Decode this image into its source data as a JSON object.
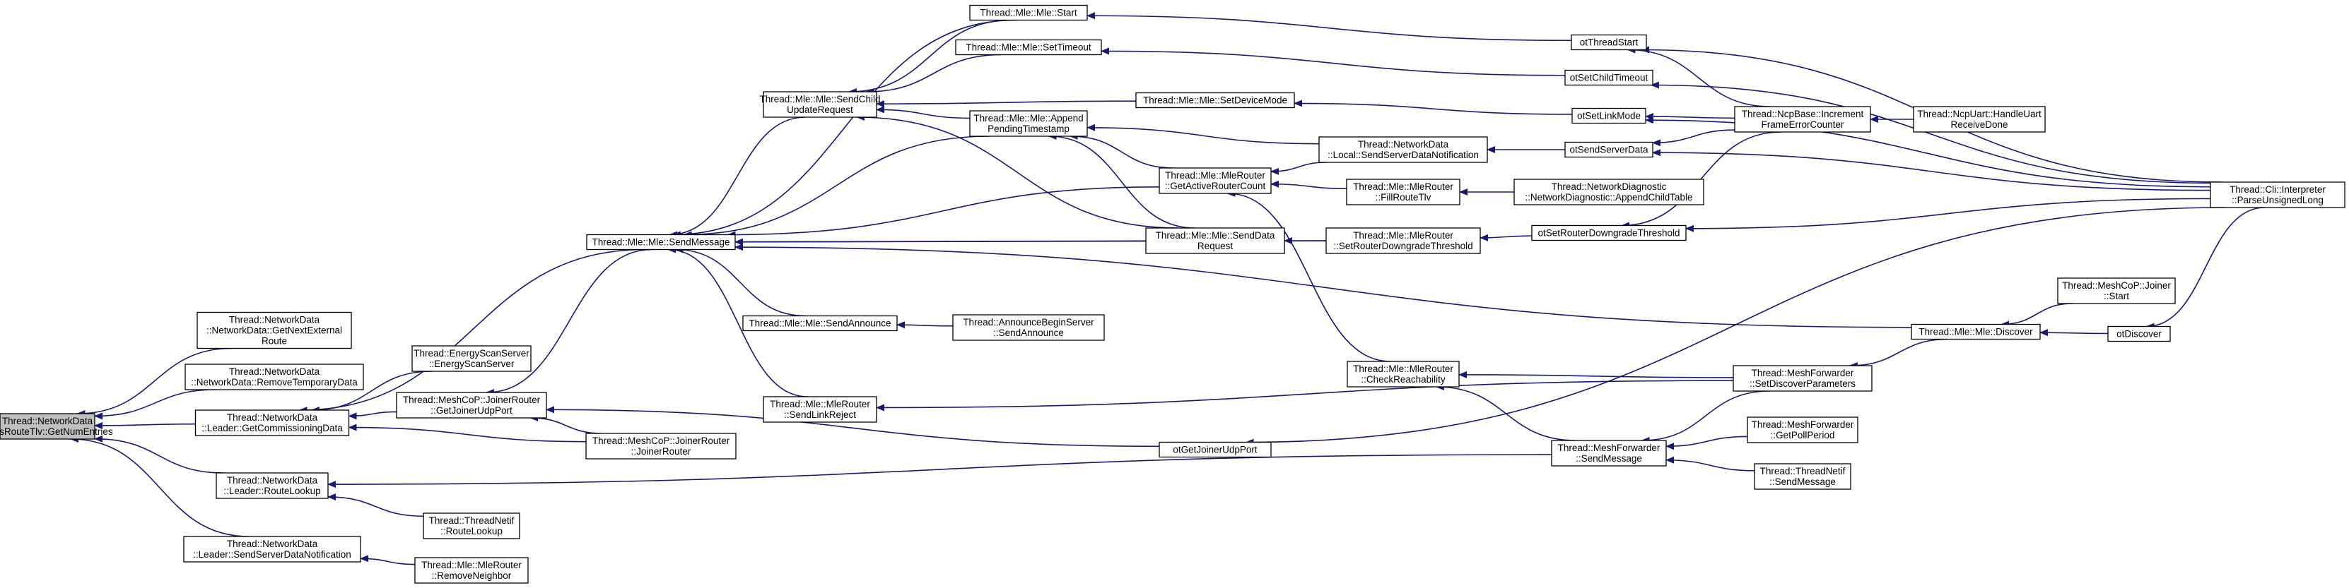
{
  "graph": {
    "root_color": "#bfbfbf",
    "edge_color": "#191970",
    "nodes": [
      {
        "id": "root",
        "lines": [
          "Thread::NetworkData",
          "::HasRouteTlv::GetNumEntries"
        ],
        "root": true
      },
      {
        "id": "nd_getnext",
        "lines": [
          "Thread::NetworkData",
          "::NetworkData::GetNextExternal",
          "Route"
        ]
      },
      {
        "id": "nd_remtemp",
        "lines": [
          "Thread::NetworkData",
          "::NetworkData::RemoveTemporaryData"
        ]
      },
      {
        "id": "ld_getcomm",
        "lines": [
          "Thread::NetworkData",
          "::Leader::GetCommissioningData"
        ]
      },
      {
        "id": "ld_routelookup",
        "lines": [
          "Thread::NetworkData",
          "::Leader::RouteLookup"
        ]
      },
      {
        "id": "ld_sendsrv",
        "lines": [
          "Thread::NetworkData",
          "::Leader::SendServerDataNotification"
        ]
      },
      {
        "id": "es_server",
        "lines": [
          "Thread::EnergyScanServer",
          "::EnergyScanServer"
        ]
      },
      {
        "id": "jr_getport",
        "lines": [
          "Thread::MeshCoP::JoinerRouter",
          "::GetJoinerUdpPort"
        ]
      },
      {
        "id": "tn_routelookup",
        "lines": [
          "Thread::ThreadNetif",
          "::RouteLookup"
        ]
      },
      {
        "id": "mr_removeneighbor",
        "lines": [
          "Thread::Mle::MleRouter",
          "::RemoveNeighbor"
        ]
      },
      {
        "id": "mle_sendmessage",
        "lines": [
          "Thread::Mle::Mle::SendMessage"
        ]
      },
      {
        "id": "jr_joinerrouter",
        "lines": [
          "Thread::MeshCoP::JoinerRouter",
          "::JoinerRouter"
        ]
      },
      {
        "id": "mle_sendchild",
        "lines": [
          "Thread::Mle::Mle::SendChild",
          "UpdateRequest"
        ]
      },
      {
        "id": "mle_sendannounce",
        "lines": [
          "Thread::Mle::Mle::SendAnnounce"
        ]
      },
      {
        "id": "mr_sendlinkreject",
        "lines": [
          "Thread::Mle::MleRouter",
          "::SendLinkReject"
        ]
      },
      {
        "id": "mle_start",
        "lines": [
          "Thread::Mle::Mle::Start"
        ]
      },
      {
        "id": "mle_settimeout",
        "lines": [
          "Thread::Mle::Mle::SetTimeout"
        ]
      },
      {
        "id": "mle_appendpending",
        "lines": [
          "Thread::Mle::Mle::Append",
          "PendingTimestamp"
        ]
      },
      {
        "id": "mle_setdevicemode",
        "lines": [
          "Thread::Mle::Mle::SetDeviceMode"
        ]
      },
      {
        "id": "mr_getactiverc",
        "lines": [
          "Thread::Mle::MleRouter",
          "::GetActiveRouterCount"
        ]
      },
      {
        "id": "mle_senddata",
        "lines": [
          "Thread::Mle::Mle::SendData",
          "Request"
        ]
      },
      {
        "id": "abs_sendannounce",
        "lines": [
          "Thread::AnnounceBeginServer",
          "::SendAnnounce"
        ]
      },
      {
        "id": "ot_getjoinerport",
        "lines": [
          "otGetJoinerUdpPort"
        ]
      },
      {
        "id": "local_sendsrv",
        "lines": [
          "Thread::NetworkData",
          "::Local::SendServerDataNotification"
        ]
      },
      {
        "id": "mr_fillroute",
        "lines": [
          "Thread::Mle::MleRouter",
          "::FillRouteTlv"
        ]
      },
      {
        "id": "mr_setrouterdown",
        "lines": [
          "Thread::Mle::MleRouter",
          "::SetRouterDowngradeThreshold"
        ]
      },
      {
        "id": "mr_checkreach",
        "lines": [
          "Thread::Mle::MleRouter",
          "::CheckReachability"
        ]
      },
      {
        "id": "ndiag_append",
        "lines": [
          "Thread::NetworkDiagnostic",
          "::NetworkDiagnostic::AppendChildTable"
        ]
      },
      {
        "id": "ot_threadstart",
        "lines": [
          "otThreadStart"
        ]
      },
      {
        "id": "ot_setchildtimeout",
        "lines": [
          "otSetChildTimeout"
        ]
      },
      {
        "id": "ot_setlinkmode",
        "lines": [
          "otSetLinkMode"
        ]
      },
      {
        "id": "ot_sendserverdata",
        "lines": [
          "otSendServerData"
        ]
      },
      {
        "id": "ot_setrouterdown",
        "lines": [
          "otSetRouterDowngradeThreshold"
        ]
      },
      {
        "id": "mf_sendmessage",
        "lines": [
          "Thread::MeshForwarder",
          "::SendMessage"
        ]
      },
      {
        "id": "ncp_increment",
        "lines": [
          "Thread::NcpBase::Increment",
          "FrameErrorCounter"
        ]
      },
      {
        "id": "mle_discover",
        "lines": [
          "Thread::Mle::Mle::Discover"
        ]
      },
      {
        "id": "mf_setdiscover",
        "lines": [
          "Thread::MeshForwarder",
          "::SetDiscoverParameters"
        ]
      },
      {
        "id": "mf_getpoll",
        "lines": [
          "Thread::MeshForwarder",
          "::GetPollPeriod"
        ]
      },
      {
        "id": "tn_sendmessage",
        "lines": [
          "Thread::ThreadNetif",
          "::SendMessage"
        ]
      },
      {
        "id": "ncpuart_handle",
        "lines": [
          "Thread::NcpUart::HandleUart",
          "ReceiveDone"
        ]
      },
      {
        "id": "joiner_start",
        "lines": [
          "Thread::MeshCoP::Joiner",
          "::Start"
        ]
      },
      {
        "id": "ot_discover",
        "lines": [
          "otDiscover"
        ]
      },
      {
        "id": "cli_parse",
        "lines": [
          "Thread::Cli::Interpreter",
          "::ParseUnsignedLong"
        ]
      }
    ]
  }
}
